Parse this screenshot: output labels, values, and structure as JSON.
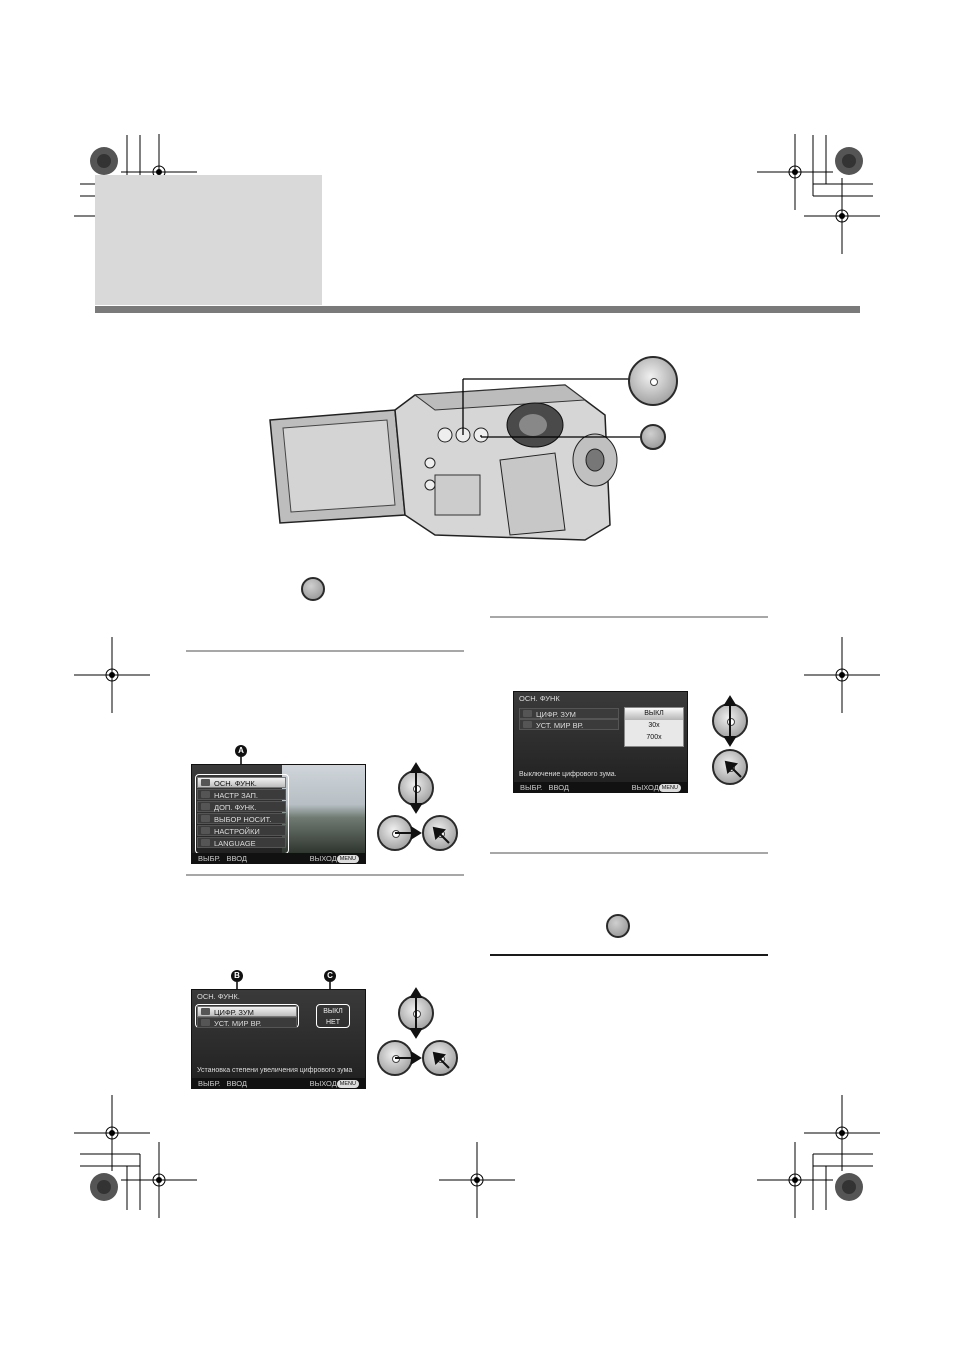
{
  "menu1": {
    "items": [
      {
        "label": "ОСН. ФУНК."
      },
      {
        "label": "НАСТР ЗАП."
      },
      {
        "label": "ДОП. ФУНК."
      },
      {
        "label": "ВЫБОР НОСИТ."
      },
      {
        "label": "НАСТРОЙКИ"
      },
      {
        "label": "LANGUAGE"
      }
    ],
    "callout": "A",
    "footer_select": "ВЫБР.",
    "footer_enter": "ВВОД",
    "footer_exit": "ВЫХОД",
    "menu_chip": "MENU"
  },
  "menu2": {
    "header": "ОСН. ФУНК.",
    "items": [
      {
        "label": "ЦИФР. ЗУМ",
        "value": "ВЫКЛ"
      },
      {
        "label": "УСТ. МИР ВР.",
        "value": "НЕТ"
      }
    ],
    "callout_left": "B",
    "callout_right": "C",
    "description": "Установка степени увеличения цифрового зума",
    "footer_select": "ВЫБР.",
    "footer_enter": "ВВОД",
    "footer_exit": "ВЫХОД",
    "menu_chip": "MENU"
  },
  "menu3": {
    "header": "ОСН. ФУНК",
    "items": [
      {
        "label": "ЦИФР. ЗУМ"
      },
      {
        "label": "УСТ. МИР ВР."
      }
    ],
    "options": [
      "ВЫКЛ",
      "30x",
      "700x"
    ],
    "description": "Выключение цифрового зума.",
    "footer_select": "ВЫБР.",
    "footer_enter": "ВВОД",
    "footer_exit": "ВЫХОД",
    "menu_chip": "MENU"
  },
  "icons": [
    "joystick-icon",
    "menu-button-icon",
    "registration-mark-icon",
    "camcorder-illustration"
  ]
}
